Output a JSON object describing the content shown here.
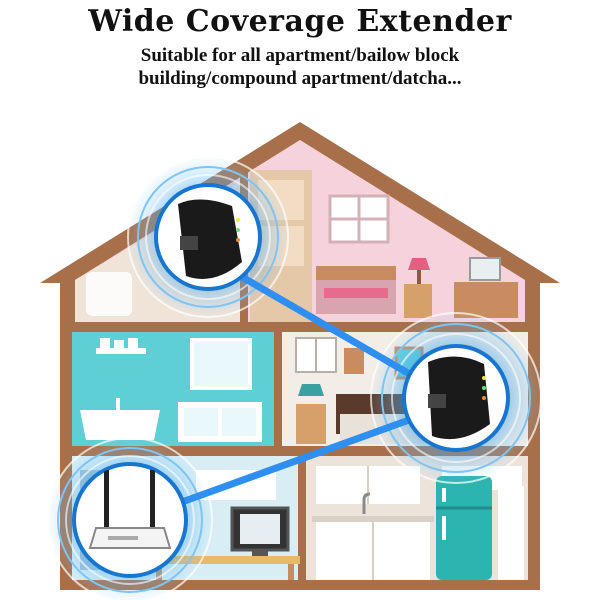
{
  "header": {
    "title": "Wide Coverage Extender",
    "subtitle_line1": "Suitable for all apartment/bailow block",
    "subtitle_line2": "building/compound apartment/datcha..."
  },
  "colors": {
    "house_frame": "#a8704a",
    "attic_wall": "#f6d3dc",
    "bathroom_wall": "#5fcfd6",
    "bedroom_wall": "#f2ede6",
    "office_wall": "#d8eef4",
    "kitchen_wall": "#ece3da",
    "signal_blue": "#2a8fdc",
    "link_line": "#2f8ff0",
    "fridge": "#2bb4b0"
  }
}
